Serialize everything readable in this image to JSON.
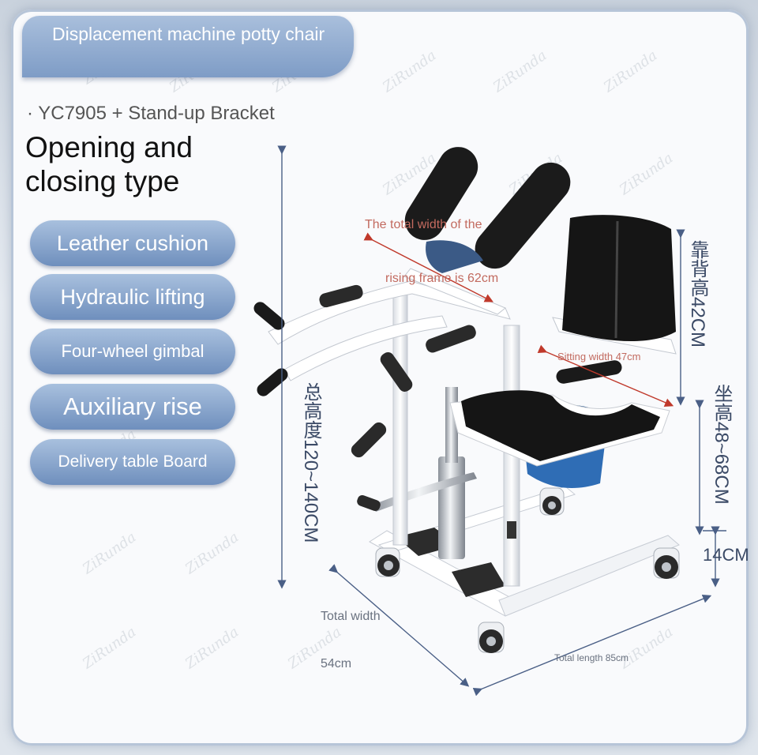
{
  "header": {
    "title": "Displacement machine potty chair"
  },
  "product": {
    "model": "· YC7905 + Stand-up Bracket",
    "heading": "Opening and closing type"
  },
  "features": [
    {
      "label": "Leather cushion"
    },
    {
      "label": "Hydraulic lifting"
    },
    {
      "label": "Four-wheel gimbal"
    },
    {
      "label": "Auxiliary rise"
    },
    {
      "label": "Delivery table Board"
    }
  ],
  "dimensions": {
    "frame_width_line1": "The total width of the",
    "frame_width_line2": "rising frame is 62cm",
    "seat_width": "Sitting width 47cm",
    "back_height": "靠背高42CM",
    "seat_height": "坐高48~68CM",
    "total_height": "总高度120~140CM",
    "ground_clearance": "14CM",
    "total_width_label": "Total width",
    "total_width_value": "54cm",
    "total_length": "Total length 85cm"
  },
  "watermark": "ZiRunda",
  "colors": {
    "accent": "#7e9cc6",
    "dimension_line": "#4a5f86",
    "frame_white": "#ffffff",
    "cushion": "#1b1b1b"
  }
}
